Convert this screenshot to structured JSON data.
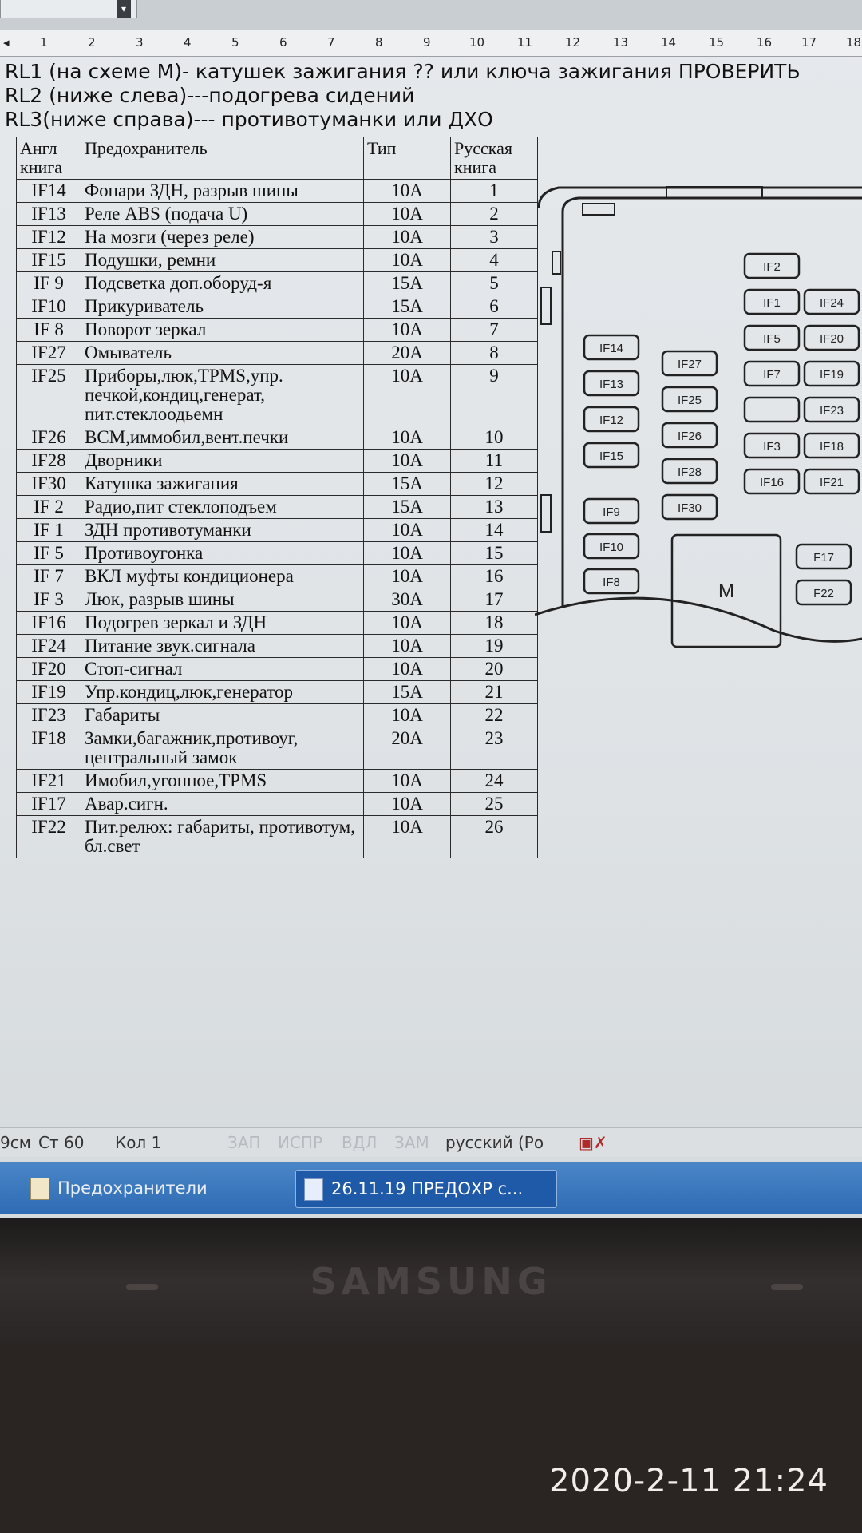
{
  "ruler": [
    "1",
    "2",
    "3",
    "4",
    "5",
    "6",
    "7",
    "8",
    "9",
    "10",
    "11",
    "12",
    "13",
    "14",
    "15",
    "16",
    "17",
    "18"
  ],
  "notes": [
    "RL1 (на схеме M)- катушек зажигания ?? или ключа зажигания ПРОВЕРИТЬ",
    "RL2 (ниже слева)---подогрева сидений",
    "RL3(ниже справа)--- противотуманки или ДХО"
  ],
  "table": {
    "headers": [
      "Англ книга",
      "Предохранитель",
      "Тип",
      "Русская книга"
    ],
    "rows": [
      {
        "code": "IF14",
        "name": "Фонари ЗДН, разрыв шины",
        "amp": "10A",
        "num": "1"
      },
      {
        "code": "IF13",
        "name": "Реле ABS (подача U)",
        "amp": "10A",
        "num": "2"
      },
      {
        "code": "IF12",
        "name": "На мозги (через реле)",
        "amp": "10A",
        "num": "3"
      },
      {
        "code": "IF15",
        "name": "Подушки, ремни",
        "amp": "10A",
        "num": "4"
      },
      {
        "code": "IF 9",
        "name": "Подсветка доп.оборуд-я",
        "amp": "15A",
        "num": "5"
      },
      {
        "code": "IF10",
        "name": "Прикуриватель",
        "amp": "15A",
        "num": "6"
      },
      {
        "code": "IF 8",
        "name": "Поворот зеркал",
        "amp": "10A",
        "num": "7"
      },
      {
        "code": "IF27",
        "name": "Омыватель",
        "amp": "20A",
        "num": "8"
      },
      {
        "code": "IF25",
        "name": "Приборы,люк,TPMS,упр. печкой,кондиц,генерат, пит.стеклоодьемн",
        "amp": "10A",
        "num": "9"
      },
      {
        "code": "IF26",
        "name": "BCM,иммобил,вент.печки",
        "amp": "10A",
        "num": "10"
      },
      {
        "code": "IF28",
        "name": "Дворники",
        "amp": "10A",
        "num": "11"
      },
      {
        "code": "IF30",
        "name": "Катушка зажигания",
        "amp": "15A",
        "num": "12"
      },
      {
        "code": "IF 2",
        "name": "Радио,пит стеклоподъем",
        "amp": "15A",
        "num": "13"
      },
      {
        "code": "IF 1",
        "name": "ЗДН противотуманки",
        "amp": "10A",
        "num": "14"
      },
      {
        "code": "IF 5",
        "name": "Противоугонка",
        "amp": "10A",
        "num": "15"
      },
      {
        "code": "IF 7",
        "name": "ВКЛ муфты кондиционера",
        "amp": "10A",
        "num": "16"
      },
      {
        "code": "IF 3",
        "name": "Люк, разрыв шины",
        "amp": "30A",
        "num": "17"
      },
      {
        "code": "IF16",
        "name": "Подогрев зеркал и ЗДН",
        "amp": "10A",
        "num": "18"
      },
      {
        "code": "IF24",
        "name": "Питание звук.сигнала",
        "amp": "10A",
        "num": "19"
      },
      {
        "code": "IF20",
        "name": "Стоп-сигнал",
        "amp": "10A",
        "num": "20"
      },
      {
        "code": "IF19",
        "name": "Упр.кондиц,люк,генератор",
        "amp": "15A",
        "num": "21"
      },
      {
        "code": "IF23",
        "name": "Габариты",
        "amp": "10A",
        "num": "22"
      },
      {
        "code": "IF18",
        "name": "Замки,багажник,противоуг, центральный замок",
        "amp": "20A",
        "num": "23"
      },
      {
        "code": "IF21",
        "name": "Имобил,угонное,TPMS",
        "amp": "10A",
        "num": "24"
      },
      {
        "code": "IF17",
        "name": "Авар.сигн.",
        "amp": "10A",
        "num": "25"
      },
      {
        "code": "IF22",
        "name": "Пит.релюх: габариты, противотум, бл.свет",
        "amp": "10A",
        "num": "26"
      }
    ]
  },
  "diagram": {
    "col_left": [
      "IF14",
      "IF13",
      "IF12",
      "IF15",
      "IF9",
      "IF10",
      "IF8"
    ],
    "col_mid": [
      "IF27",
      "IF25",
      "IF26",
      "IF28",
      "IF30"
    ],
    "right_a": [
      "IF2",
      "IF1",
      "IF5",
      "IF7",
      "",
      "IF3",
      "IF16"
    ],
    "right_b": [
      "IF24",
      "IF20",
      "IF19",
      "IF23",
      "IF18",
      "IF21"
    ],
    "bottom_right": [
      "F17",
      "F22"
    ],
    "relay_label": "M"
  },
  "status": {
    "pos_cm": "9см",
    "line": "Ст 60",
    "col": "Кол 1",
    "rec": "ЗАП",
    "trk": "ИСПР",
    "ext": "ВДЛ",
    "ovr": "ЗАМ",
    "lang": "русский (Ро"
  },
  "taskbar": {
    "folder": "Предохранители",
    "doc": "26.11.19 ПРЕДОХР с..."
  },
  "brand": "SAMSUNG",
  "timestamp": "2020-2-11 21:24"
}
